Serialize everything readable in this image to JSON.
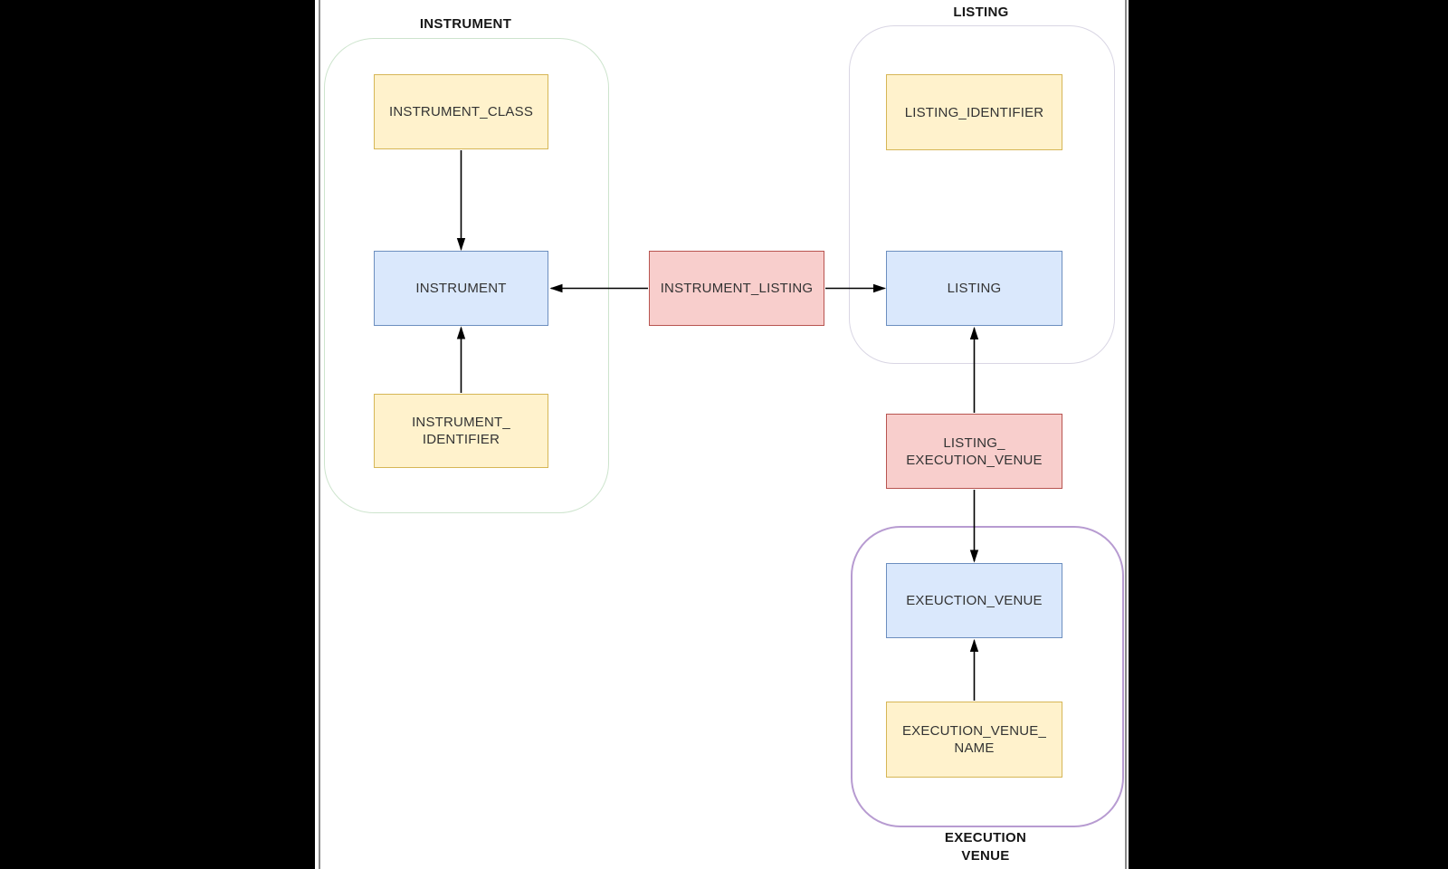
{
  "diagram": {
    "colors": {
      "attribute_fill": "#fff2cc",
      "attribute_border": "#d6b656",
      "entity_fill": "#dae8fc",
      "entity_border": "#6c8ebf",
      "relationship_fill": "#f8cecc",
      "relationship_border": "#b85450",
      "instrument_group_border": "#cde4cd",
      "listing_group_border": "#d9d6e4",
      "execution_venue_group_border": "#b79bd1",
      "arrow": "#000000",
      "letterbox": "#000000",
      "canvas": "#ffffff"
    },
    "groups": [
      {
        "id": "instrument",
        "label": "INSTRUMENT",
        "label_position": "top"
      },
      {
        "id": "listing",
        "label": "LISTING",
        "label_position": "top"
      },
      {
        "id": "execution_venue",
        "label": "EXECUTION\nVENUE",
        "label_position": "bottom"
      }
    ],
    "nodes": [
      {
        "id": "instrument_class",
        "label": "INSTRUMENT_CLASS",
        "style": "yellow",
        "group": "instrument"
      },
      {
        "id": "instrument",
        "label": "INSTRUMENT",
        "style": "blue",
        "group": "instrument"
      },
      {
        "id": "instrument_identifier",
        "label": "INSTRUMENT_\nIDENTIFIER",
        "style": "yellow",
        "group": "instrument"
      },
      {
        "id": "instrument_listing",
        "label": "INSTRUMENT_LISTING",
        "style": "red",
        "group": null
      },
      {
        "id": "listing_identifier",
        "label": "LISTING_IDENTIFIER",
        "style": "yellow",
        "group": "listing"
      },
      {
        "id": "listing",
        "label": "LISTING",
        "style": "blue",
        "group": "listing"
      },
      {
        "id": "listing_execution_venue",
        "label": "LISTING_\nEXECUTION_VENUE",
        "style": "red",
        "group": null
      },
      {
        "id": "exeuction_venue",
        "label": "EXEUCTION_VENUE",
        "style": "blue",
        "group": "execution_venue"
      },
      {
        "id": "execution_venue_name",
        "label": "EXECUTION_VENUE_\nNAME",
        "style": "yellow",
        "group": "execution_venue"
      }
    ],
    "edges": [
      {
        "from": "instrument_class",
        "to": "instrument",
        "arrowhead": "down"
      },
      {
        "from": "instrument_identifier",
        "to": "instrument",
        "arrowhead": "up"
      },
      {
        "from": "instrument_listing",
        "to": "instrument",
        "arrowhead": "left"
      },
      {
        "from": "instrument_listing",
        "to": "listing",
        "arrowhead": "right"
      },
      {
        "from": "listing_execution_venue",
        "to": "listing",
        "arrowhead": "up"
      },
      {
        "from": "listing_execution_venue",
        "to": "exeuction_venue",
        "arrowhead": "down"
      },
      {
        "from": "execution_venue_name",
        "to": "exeuction_venue",
        "arrowhead": "up"
      }
    ]
  }
}
